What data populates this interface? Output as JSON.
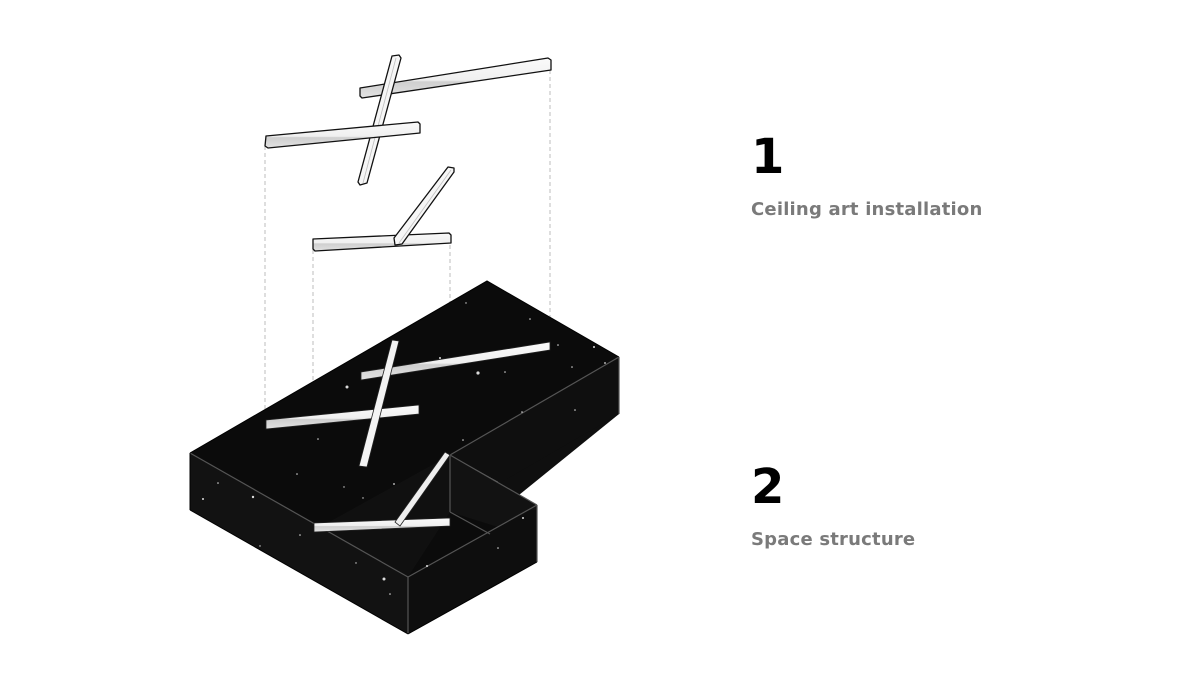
{
  "diagram": {
    "type": "isometric exploded axonometric",
    "colors": {
      "background": "#ffffff",
      "block_top": "#0d0d0d",
      "block_side_left": "#141414",
      "block_side_right": "#101010",
      "edge_highlight": "#555555",
      "beam_fill": "#f4f4f4",
      "beam_shade": "#d6d6d6",
      "beam_outline": "#111111",
      "dashed_projection": "#bdbdbd",
      "label_gray": "#7a7a7a",
      "number_black": "#000000"
    }
  },
  "legend": [
    {
      "number": "1",
      "label": "Ceiling art installation"
    },
    {
      "number": "2",
      "label": "Space structure"
    }
  ]
}
